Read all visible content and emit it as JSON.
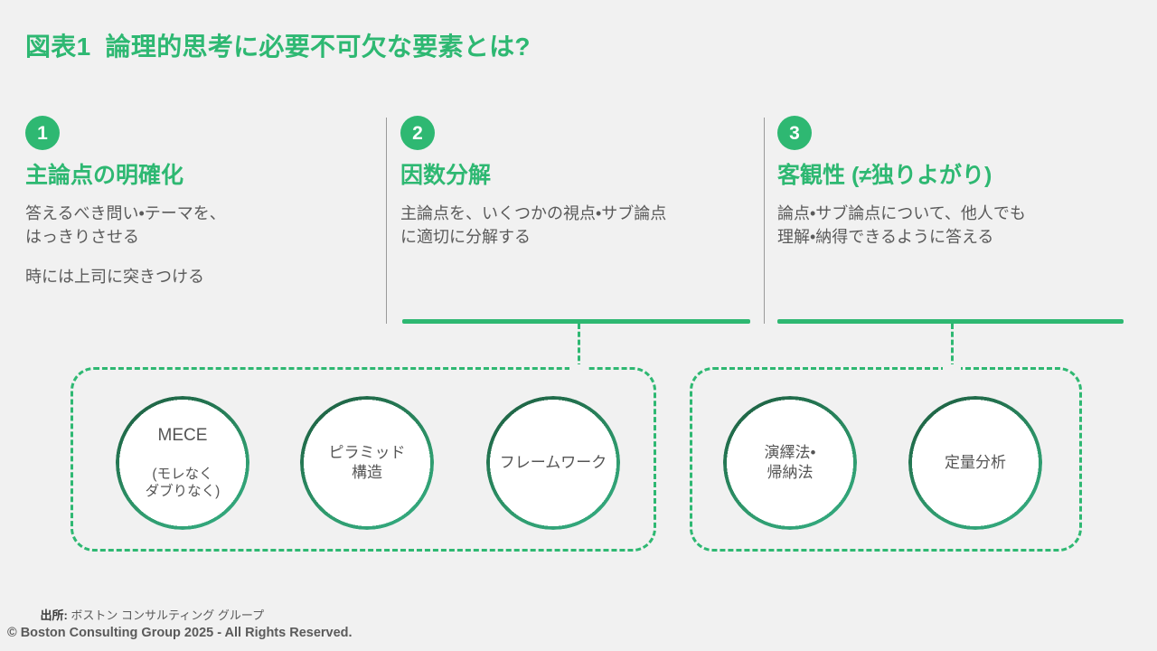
{
  "slide": {
    "title": "図表1  論理的思考に必要不可欠な要素とは?",
    "background_color": "#f1f1f1",
    "accent_green": "#2eb872",
    "circle_stroke_dark": "#1d5c3f",
    "circle_stroke_light": "#34ad83",
    "body_text_color": "#5a5a5a"
  },
  "columns": [
    {
      "number": "1",
      "heading": "主論点の明確化",
      "body": "答えるべき問い•テーマを、\nはっきりさせる",
      "body2": "時には上司に突きつける"
    },
    {
      "number": "2",
      "heading": "因数分解",
      "body": "主論点を、いくつかの視点•サブ論点\nに適切に分解する",
      "body2": ""
    },
    {
      "number": "3",
      "heading": "客観性 (≠独りよがり)",
      "body": "論点•サブ論点について、他人でも\n理解•納得できるように答える",
      "body2": ""
    }
  ],
  "groups": [
    {
      "id": "group-factorization",
      "parent_column": "2",
      "circles": [
        {
          "main": "MECE",
          "sub": "(モレなく\nダブりなく)"
        },
        {
          "main": "ピラミッド\n構造",
          "sub": ""
        },
        {
          "main": "フレームワーク",
          "sub": ""
        }
      ]
    },
    {
      "id": "group-objectivity",
      "parent_column": "3",
      "circles": [
        {
          "main": "演繹法•\n帰納法",
          "sub": ""
        },
        {
          "main": "定量分析",
          "sub": ""
        }
      ]
    }
  ],
  "footer": {
    "source_label": "出所:",
    "source_value": " ボストン コンサルティング グループ",
    "copyright": "© Boston Consulting Group 2025 - All Rights Reserved."
  }
}
